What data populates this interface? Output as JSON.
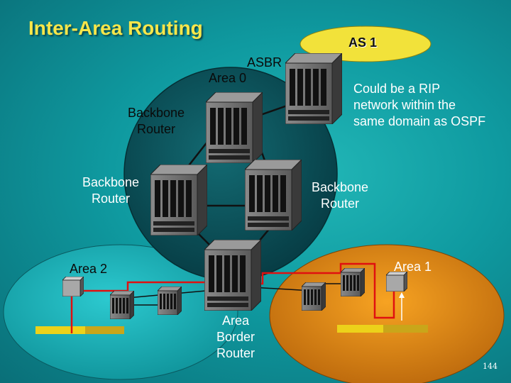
{
  "title": "Inter-Area Routing",
  "as_label": "AS 1",
  "labels": {
    "asbr": "ASBR",
    "area0": "Area 0",
    "rip_note_line1": "Could be a RIP",
    "rip_note_line2": "network within the",
    "rip_note_line3": "same domain as OSPF",
    "backbone_top_line1": "Backbone",
    "backbone_top_line2": "Router",
    "backbone_left_line1": "Backbone",
    "backbone_left_line2": "Router",
    "backbone_right_line1": "Backbone",
    "backbone_right_line2": "Router",
    "area1": "Area 1",
    "area2": "Area 2",
    "abr_line1": "Area",
    "abr_line2": "Border",
    "abr_line3": "Router"
  },
  "page_number": "144",
  "colors": {
    "background": "#0f9aa0",
    "title": "#f6e64a",
    "as_ellipse": "#f2e23a",
    "area0_circle": "#0d4d55",
    "area_orange": "#e8900e",
    "area_cyan": "#1ab6bd",
    "route_line": "#e01010",
    "link_line": "#111111",
    "lan_bar": "#ecd21a"
  }
}
